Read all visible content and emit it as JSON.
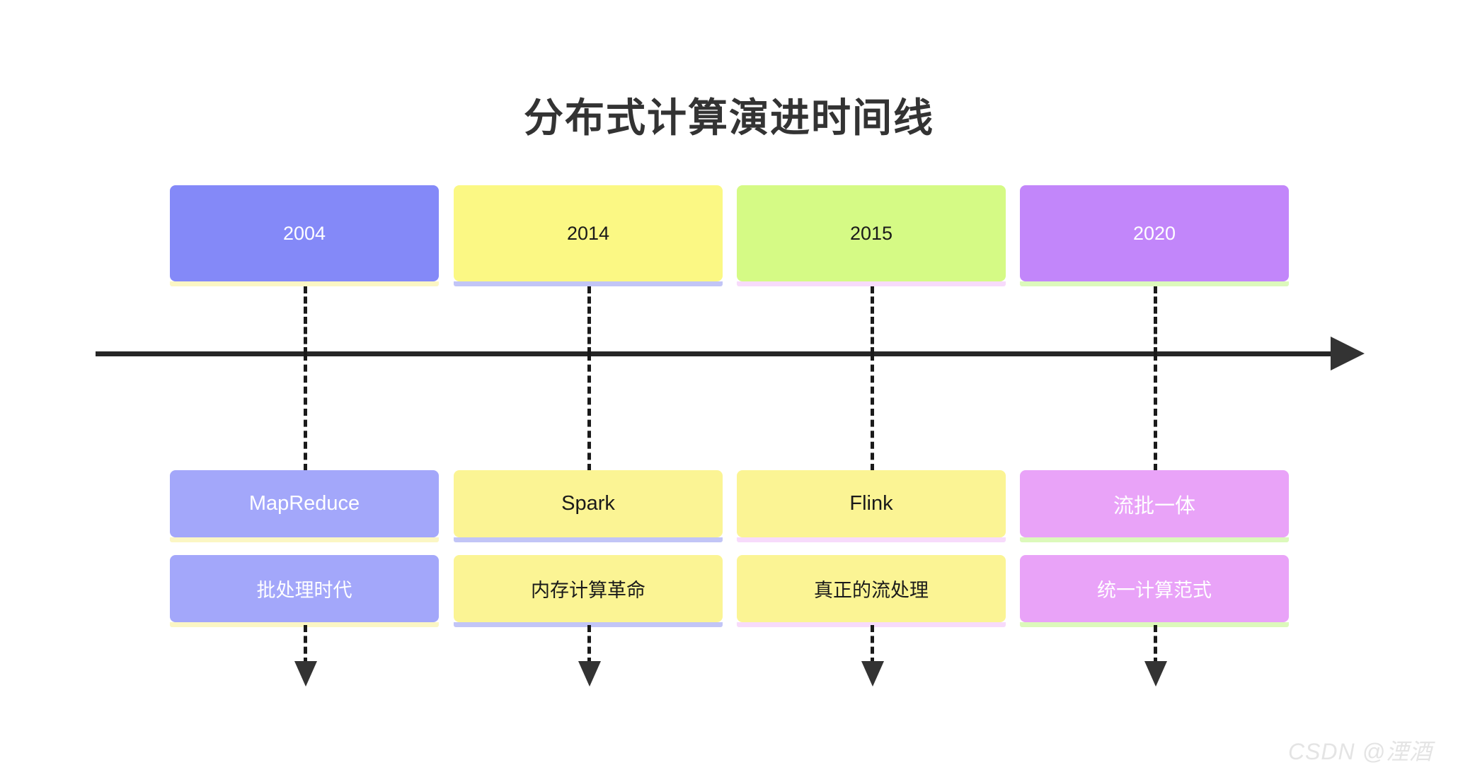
{
  "title": "分布式计算演进时间线",
  "axis": {
    "arrow_direction": "right",
    "color": "#262626"
  },
  "watermark": "CSDN @湮酒",
  "chart_data": {
    "type": "timeline",
    "title": "分布式计算演进时间线",
    "orientation": "horizontal",
    "axis_direction": "left-to-right",
    "categories": [
      "2004",
      "2014",
      "2015",
      "2020"
    ],
    "events": [
      {
        "year": "2004",
        "name": "MapReduce",
        "description": "批处理时代",
        "year_bg": "#8489f8",
        "year_text": "#ffffff",
        "name_bg": "#a3a7fa",
        "name_text": "#ffffff",
        "desc_bg": "#a3a7fa",
        "desc_text": "#ffffff",
        "strip": "#fbf6c4"
      },
      {
        "year": "2014",
        "name": "Spark",
        "description": "内存计算革命",
        "year_bg": "#fbf884",
        "year_text": "#1a1a1a",
        "name_bg": "#fbf494",
        "name_text": "#1a1a1a",
        "desc_bg": "#fbf494",
        "desc_text": "#1a1a1a",
        "strip": "#c2c5f6"
      },
      {
        "year": "2015",
        "name": "Flink",
        "description": "真正的流处理",
        "year_bg": "#d5fa85",
        "year_text": "#1a1a1a",
        "name_bg": "#fbf494",
        "name_text": "#1a1a1a",
        "desc_bg": "#fbf494",
        "desc_text": "#1a1a1a",
        "strip": "#f7dbfb"
      },
      {
        "year": "2020",
        "name": "流批一体",
        "description": "统一计算范式",
        "year_bg": "#c286fa",
        "year_text": "#ffffff",
        "name_bg": "#e9a3f8",
        "name_text": "#ffffff",
        "desc_bg": "#e9a3f8",
        "desc_text": "#ffffff",
        "strip": "#dcf9bb"
      }
    ]
  }
}
